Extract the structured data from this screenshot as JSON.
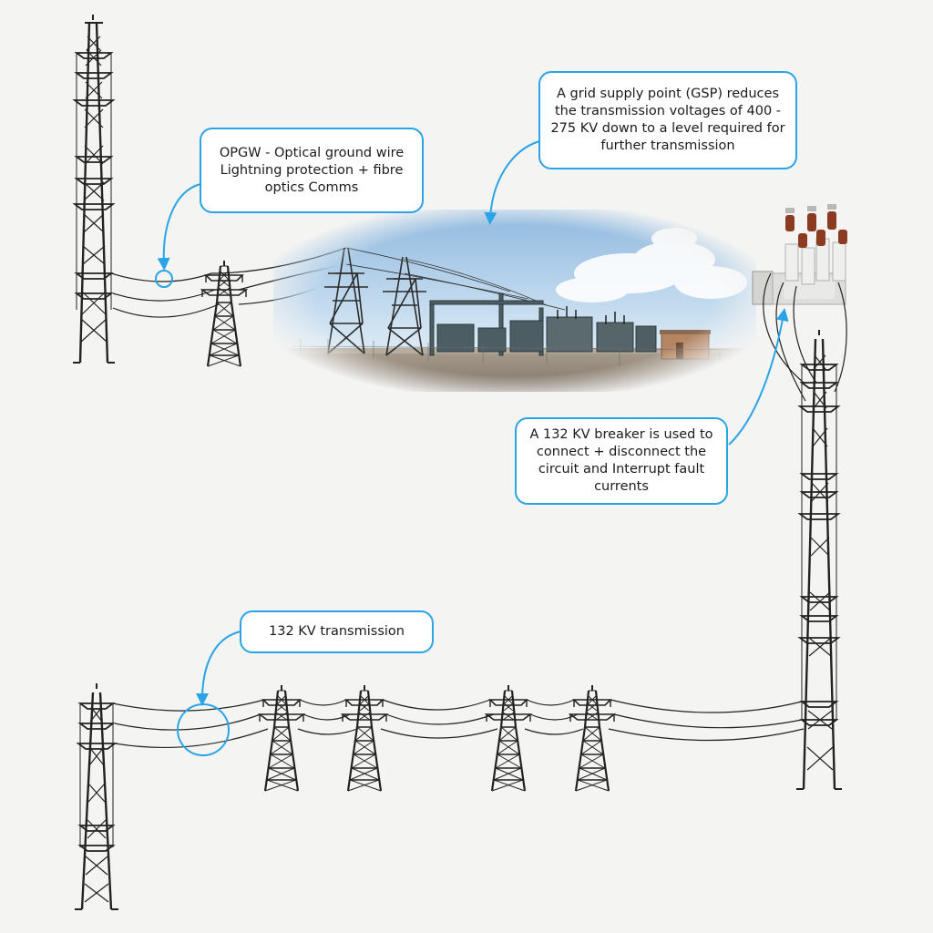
{
  "callouts": {
    "opgw": "OPGW - Optical ground wire Lightning protection + fibre optics Comms",
    "gsp": "A grid supply point (GSP) reduces the transmission voltages of 400 - 275 KV down to a level required for further transmission",
    "breaker": "A 132 KV breaker is used to connect + disconnect the circuit and Interrupt fault currents",
    "transmission_132": "132 KV transmission"
  },
  "colors": {
    "accent": "#2aa4e6",
    "tower": "#222222",
    "background": "#f4f4f3",
    "sky": "#bcd8ee",
    "ground": "#9a8f82"
  },
  "icons": [
    "pylon-icon",
    "substation-photo",
    "circuit-breaker-icon"
  ]
}
